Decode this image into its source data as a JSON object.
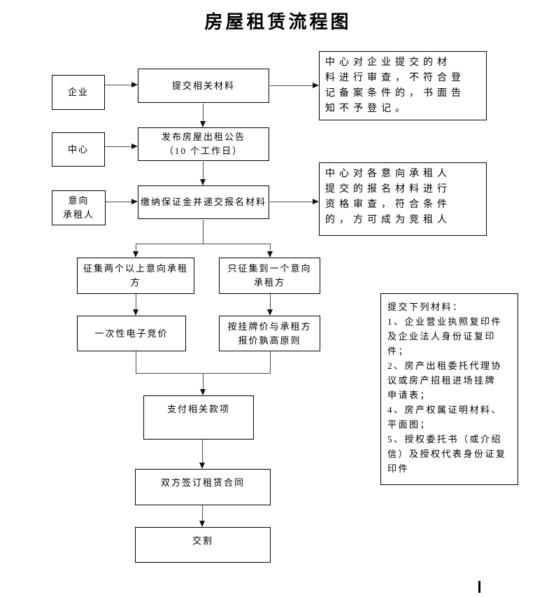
{
  "title": "房屋租赁流程图",
  "actors": {
    "enterprise": "企业",
    "center": "中心",
    "intended_tenant": "意向\n承租人"
  },
  "steps": {
    "submit_materials": "提交相关材料",
    "publish_notice": "发布房屋出租公告\n（10 个工作日）",
    "pay_deposit": "缴纳保证金并递交报名材料",
    "multiple_tenants": "征集两个以上意向承租\n方",
    "single_tenant": "只征集到一个意向\n承租方",
    "e_bidding": "一次性电子竞价",
    "price_rule": "按挂牌价与承租方\n报价孰高原则",
    "pay_fees": "支付相关款项",
    "sign_contract": "双方签订租赁合同",
    "handover": "交割"
  },
  "notes": {
    "enterprise_review": "中心对企业提交的材\n料进行审查，不符合登\n记备案条件的，书面告\n知不予登记。",
    "tenant_review": "中心对各意向承租人\n提交的报名材料进行\n资格审查，符合条件\n的，方可成为竞租人",
    "materials_list": "提交下列材料：\n1、企业营业执照复印件\n及企业法人身份证复印\n件；\n2、房产出租委托代理协\n议或房产招租进场挂牌\n申请表；\n4、房产权属证明材料、\n平面图；\n5、授权委托书（或介绍\n信）及授权代表身份证复\n印件"
  },
  "colors": {
    "background": "#ffffff",
    "border": "#000000",
    "connector": "#4a4a4a",
    "text": "#000000"
  }
}
